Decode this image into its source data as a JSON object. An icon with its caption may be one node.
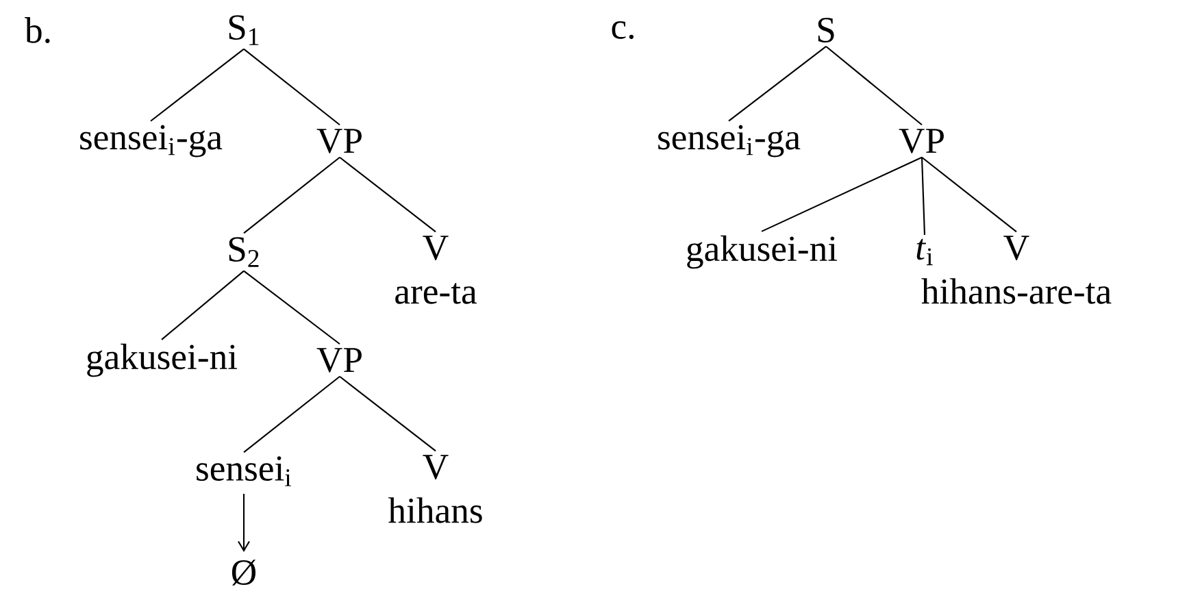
{
  "diagram": {
    "nodes": [
      {
        "text": [
          "S$_{1}$"
        ]
      },
      {
        "text": [
          "sensei$_{i}$-ga"
        ]
      },
      {
        "text": [
          "VP"
        ]
      },
      {
        "text": [
          "S$_{2}$"
        ]
      },
      {
        "text": [
          "V",
          "are-ta"
        ]
      },
      {
        "text": [
          "gakusei-ni"
        ]
      },
      {
        "text": [
          "VP"
        ]
      },
      {
        "text": [
          "sensei$_{i}$"
        ]
      },
      {
        "text": [
          "V",
          "hihans"
        ]
      },
      {
        "text": [
          "Ø"
        ]
      },
      {
        "text": [
          "S"
        ]
      },
      {
        "text": [
          "sensei$_{i}$-ga"
        ]
      },
      {
        "text": [
          "VP"
        ]
      },
      {
        "text": [
          "gakusei-ni"
        ]
      },
      {
        "text": [
          "*t*$_{i}$"
        ]
      },
      {
        "text": [
          "V",
          "hihans-are-ta"
        ]
      }
    ],
    "edges": [
      {
        "from": 0,
        "to": 1,
        "arrow": "none"
      },
      {
        "from": 0,
        "to": 2,
        "arrow": "none"
      },
      {
        "from": 2,
        "to": 3,
        "arrow": "none"
      },
      {
        "from": 2,
        "to": 4,
        "arrow": "none"
      },
      {
        "from": 3,
        "to": 5,
        "arrow": "none"
      },
      {
        "from": 3,
        "to": 6,
        "arrow": "none"
      },
      {
        "from": 6,
        "to": 7,
        "arrow": "none"
      },
      {
        "from": 6,
        "to": 8,
        "arrow": "none"
      },
      {
        "from": 7,
        "to": 9,
        "arrow": "to"
      },
      {
        "from": 10,
        "to": 11,
        "arrow": "none"
      },
      {
        "from": 10,
        "to": 12,
        "arrow": "none"
      },
      {
        "from": 12,
        "to": 13,
        "arrow": "none"
      },
      {
        "from": 12,
        "to": 14,
        "arrow": "none"
      },
      {
        "from": 12,
        "to": 15,
        "arrow": "none"
      }
    ],
    "labels": [
      "b.",
      "c."
    ]
  }
}
